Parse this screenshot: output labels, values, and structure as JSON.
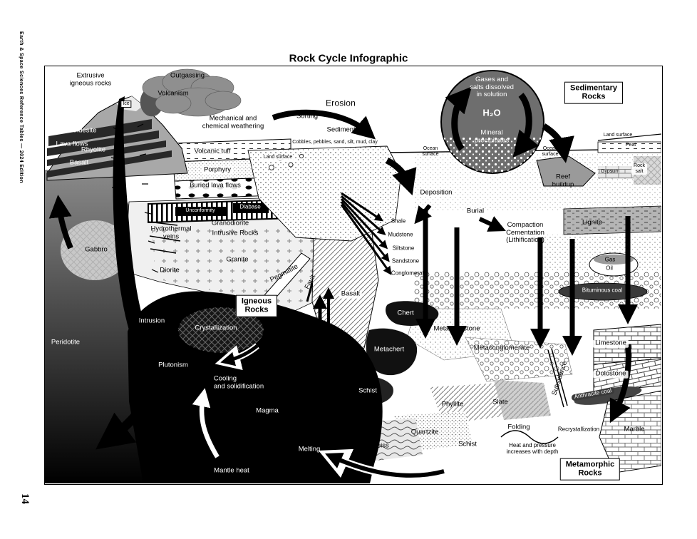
{
  "page": {
    "title": "Rock Cycle Infographic",
    "edition_sidebar": "Earth & Space Sciences Reference Tables — 2024 Edition",
    "page_number": "14"
  },
  "colors": {
    "ink": "#000000",
    "dark_gray": "#2b2b2b",
    "mid_gray": "#808080",
    "light_gray": "#c8c8c8",
    "white": "#ffffff"
  },
  "labels": {
    "extrusive_igneous": "Extrusive\nigneous rocks",
    "outgassing": "Outgassing",
    "volcanism": "Volcanism",
    "ice": "Ice",
    "andesite": "Andesite",
    "lava_flows": "Lava flows",
    "rhyolite": "Rhyolite",
    "basalt_volcano": "Basalt",
    "weathering": "Mechanical and\nchemical weathering",
    "erosion": "Erosion",
    "sorting": "Sorting",
    "sediments": "Sediments",
    "cobbles": "Cobbles, pebbles, sand, silt, mud, clay",
    "land_surface_left": "Land surface",
    "volcanic_tuff": "Volcanic tuff",
    "porphyry": "Porphyry",
    "buried_lava_flows": "Buried lava flows",
    "unconformity": "Unconformity",
    "diabase": "Diabase",
    "granodiorite": "Granodiorite",
    "intrusive_rocks": "Intrusive Rocks",
    "hydrothermal_veins": "Hydrothermal\nveins",
    "gabbro": "Gabbro",
    "diorite": "Diorite",
    "granite": "Granite",
    "pegmatite": "Pegmatite",
    "fault": "Fault",
    "basalt_center": "Basalt",
    "igneous_rocks": "Igneous\nRocks",
    "intrusion": "Intrusion",
    "crystallization": "Crystallization",
    "peridotite": "Peridotite",
    "plutonism": "Plutonism",
    "cooling": "Cooling\nand solidification",
    "magma": "Magma",
    "melting": "Melting",
    "mantle_heat": "Mantle heat",
    "gases_salts": "Gases and\nsalts dissolved\nin solution",
    "h2o": "H₂O",
    "mineral_precipitates": "Mineral\nprecipitates",
    "sedimentary_rocks": "Sedimentary\nRocks",
    "ocean_surface_left": "Ocean\nsurface",
    "ocean_surface_right": "Ocean\nsurface",
    "land_surface_right": "Land surface",
    "peat": "Peat",
    "rock_salt": "Rock\nsalt",
    "gypsum": "Gypsum",
    "reef_buildup": "Reef\nbuildup",
    "deposition": "Deposition",
    "burial": "Burial",
    "shale": "Shale",
    "mudstone": "Mudstone",
    "siltstone": "Siltstone",
    "sandstone": "Sandstone",
    "conglomerate": "Conglomerate",
    "compaction": "Compaction\nCementation\n(Lithification)",
    "lignite": "Lignite",
    "gas": "Gas",
    "oil": "Oil",
    "bituminous_coal": "Bituminous coal",
    "chert": "Chert",
    "metasandstone": "Metasandstone",
    "metaconglomerate": "Metaconglomerate",
    "metachert": "Metachert",
    "limestone": "Limestone",
    "dolostone": "Dolostone",
    "subsidence": "Subsidence",
    "anthracite_coal": "Anthracite coal",
    "schist_upper": "Schist",
    "phyllite": "Phyllite",
    "slate": "Slate",
    "quartzite": "Quartzite",
    "gneiss": "Gneiss",
    "schist_lower": "Schist",
    "folding": "Folding",
    "recrystallization": "Recrystallization",
    "marble": "Marble",
    "heat_pressure": "Heat and pressure\nincreases with depth",
    "metamorphic_rocks": "Metamorphic\nRocks"
  }
}
